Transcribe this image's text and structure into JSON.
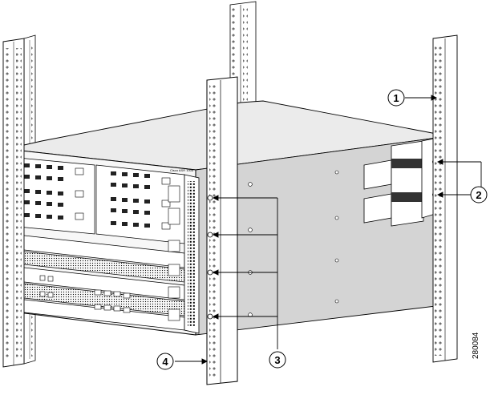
{
  "diagram": {
    "chassis_label": "Cisco ASR 1006",
    "figure_id": "280084",
    "callouts": [
      {
        "number": "1"
      },
      {
        "number": "2"
      },
      {
        "number": "3"
      },
      {
        "number": "4"
      }
    ]
  }
}
